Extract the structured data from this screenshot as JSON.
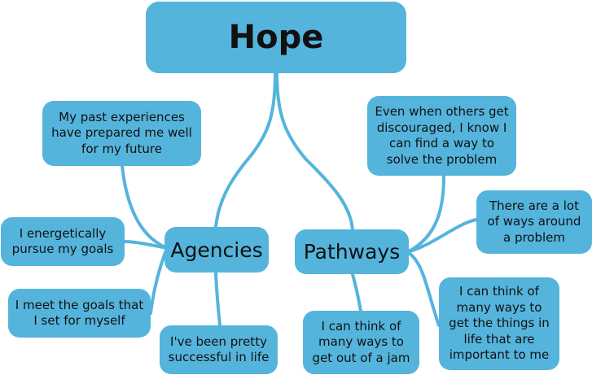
{
  "mindmap": {
    "root": {
      "label": "Hope"
    },
    "branches": [
      {
        "label": "Agencies",
        "children": [
          "My past experiences have prepared me well for my future",
          "I energetically pursue my goals",
          "I meet the goals that I set for myself",
          "I've been pretty successful in life"
        ]
      },
      {
        "label": "Pathways",
        "children": [
          "Even when others get discouraged, I know I can find a way to solve the problem",
          "There are a lot of ways around a problem",
          "I can think of many ways to get out of a jam",
          "I can think of many ways to get the things in life that are important to me"
        ]
      }
    ]
  },
  "colors": {
    "node_fill": "#55b4dc",
    "connector": "#55b4dc",
    "text": "#111111"
  }
}
